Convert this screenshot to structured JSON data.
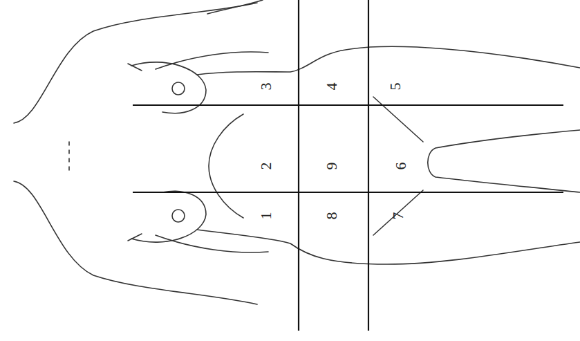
{
  "diagram": {
    "labels": [
      "3",
      "4",
      "5",
      "2",
      "9",
      "6",
      "1",
      "8",
      "7"
    ]
  }
}
